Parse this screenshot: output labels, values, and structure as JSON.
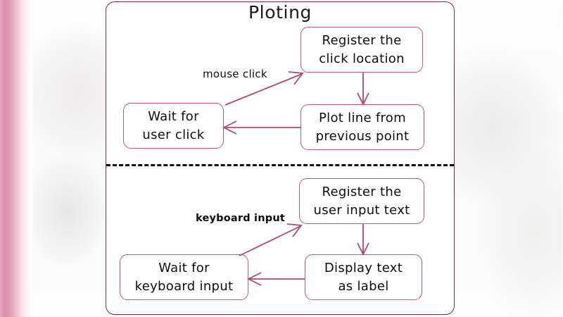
{
  "diagram": {
    "title": "Ploting",
    "accent_border": "#b85b7d",
    "panel_border": "#7b2b51",
    "arrow_color": "#b3476e",
    "divider_color": "#0b0b0b",
    "background": "#ffffff",
    "stripe_color": "#d88fab",
    "sections": [
      {
        "name": "mouse-click-flow",
        "nodes": [
          {
            "id": "register-click-location",
            "line1": "Register the",
            "line2": "click location"
          },
          {
            "id": "plot-line-previous-point",
            "line1": "Plot line from",
            "line2": "previous point"
          },
          {
            "id": "wait-for-user-click",
            "line1": "Wait for",
            "line2": "user click"
          }
        ],
        "edge_labels": [
          {
            "id": "mouse-click",
            "text": "mouse click"
          }
        ]
      },
      {
        "name": "keyboard-input-flow",
        "nodes": [
          {
            "id": "register-user-input-text",
            "line1": "Register the",
            "line2": "user input text"
          },
          {
            "id": "display-text-as-label",
            "line1": "Display  text",
            "line2": "as label"
          },
          {
            "id": "wait-for-keyboard-input",
            "line1": "Wait for",
            "line2": "keyboard input"
          }
        ],
        "edge_labels": [
          {
            "id": "keyboard-input",
            "text": "keyboard input"
          }
        ]
      }
    ]
  }
}
